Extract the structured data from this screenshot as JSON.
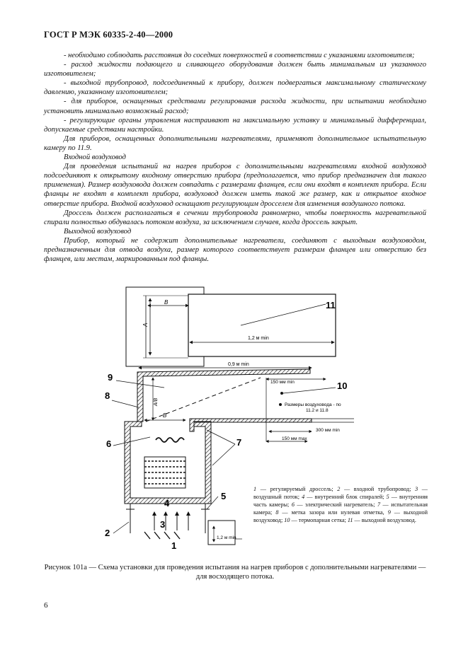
{
  "header": "ГОСТ Р МЭК 60335-2-40—2000",
  "paragraphs": [
    "- необходимо соблюдать расстояния до соседних поверхностей в соответствии с указаниями изготовителя;",
    "- расход жидкости подающего и сливающего оборудования должен быть минимальным из указанного изготовителем;",
    "- выходной трубопровод, подсоединенный к прибору, должен подвергаться максимальному статическому давлению, указанному изготовителем;",
    "- для приборов, оснащенных средствами регулирования расхода жидкости, при испытании необходимо установить минимально возможный расход;",
    "- регулирующие органы управления настраивают на максимальную уставку и минимальный дифференциал, допускаемые средствами настройки.",
    "Для приборов, оснащенных дополнительными нагревателями, применяют дополнительное испытательную камеру по 11.9.",
    "Входной воздуховод",
    "Для проведения испытаний на нагрев приборов с дополнительными нагревателями входной воздуховод подсоединяют к открытому входному отверстию прибора (предполагается, что прибор предназначен для такого применения). Размер воздуховода должен совпадать с размерами фланцев, если они входят в комплект прибора. Если фланцы не входят в комплект прибора, воздуховод должен иметь такой же размер, как и открытое входное отверстие прибора. Входной воздуховод оснащают регулирующим дросселем для изменения воздушного потока.",
    "Дроссель должен располагаться в сечении трубопровода равномерно, чтобы поверхность нагревательной спирали полностью обдувалась потоком воздуха, за исключением случаев, когда дроссель закрыт.",
    "Выходной воздуховод",
    "Прибор, который не содержит дополнительные нагреватели, соединяют с выходным воздуховодом, предназначенным для отвода воздуха, размер которого соответствует размерам фланцев или отверстию без фланцев, или местам, маркированным под фланцы."
  ],
  "figure": {
    "labels": {
      "n1": "1",
      "n2": "2",
      "n3": "3",
      "n4": "4",
      "n5": "5",
      "n6": "6",
      "n7": "7",
      "n8": "8",
      "n9": "9",
      "n10": "10",
      "n11": "11"
    },
    "dims": {
      "a": "A",
      "b": "B",
      "b2": "B",
      "ab": "A/B",
      "len_1_2": "1,2 м min",
      "len_0_9": "0,9 м min",
      "len_150min": "150 мм min",
      "size_note_1": "Размеры воздуховода - по",
      "size_note_2": "11.2 и 11.8",
      "len_300": "300 мм min",
      "len_150max": "150 мм max",
      "len_1_2b": "1,2 м min"
    }
  },
  "legend": [
    {
      "num": "1",
      "text": " — регулируемый дроссель;  "
    },
    {
      "num": "2",
      "text": " — входной трубопровод; "
    },
    {
      "num": "3",
      "text": " — воздушный поток; "
    },
    {
      "num": "4",
      "text": " — внутренний блок спиралей; "
    },
    {
      "num": "5",
      "text": " — внутренняя часть камеры; "
    },
    {
      "num": "6",
      "text": " — электрический нагреватель; "
    },
    {
      "num": "7",
      "text": " — испытательная камера; "
    },
    {
      "num": "8",
      "text": " — метка зазора или нулевая отметка, "
    },
    {
      "num": "9",
      "text": " — выходной воздуховод; "
    },
    {
      "num": "10",
      "text": " — термопарная сетка; "
    },
    {
      "num": "11",
      "text": " — выходной воздуховод."
    }
  ],
  "caption": "Рисунок 101а — Схема установки для проведения испытания на нагрев приборов с дополнительными нагревателями — для восходящего потока.",
  "page_number": "6"
}
